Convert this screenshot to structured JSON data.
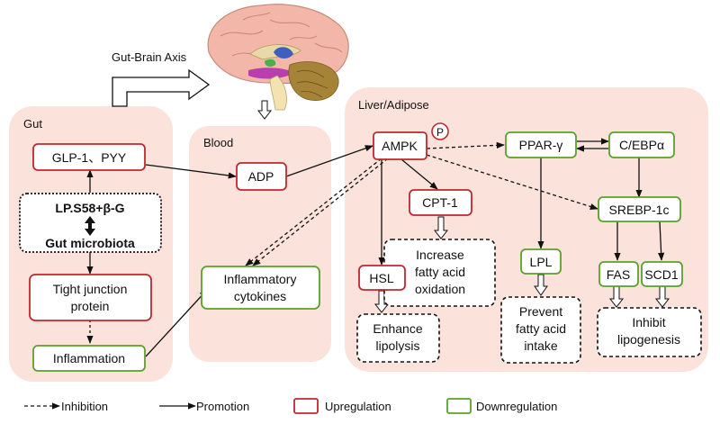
{
  "axis_label": "Gut-Brain Axis",
  "regions": {
    "gut": "Gut",
    "blood": "Blood",
    "liver": "Liver/Adipose"
  },
  "nodes": {
    "glp1": "GLP-1、PYY",
    "lp_line1": "LP.S58+β-G",
    "lp_line2": "Gut microbiota",
    "tight_line1": "Tight junction",
    "tight_line2": "protein",
    "inflammation": "Inflammation",
    "adp": "ADP",
    "cyto_line1": "Inflammatory",
    "cyto_line2": "cytokines",
    "ampk": "AMPK",
    "phospho": "P",
    "cpt1": "CPT-1",
    "ox_line1": "Increase",
    "ox_line2": "fatty acid",
    "ox_line3": "oxidation",
    "hsl": "HSL",
    "lipo_line1": "Enhance",
    "lipo_line2": "lipolysis",
    "ppar": "PPAR-γ",
    "cebp": "C/EBPα",
    "lpl": "LPL",
    "prev_line1": "Prevent",
    "prev_line2": "fatty acid",
    "prev_line3": "intake",
    "srebp": "SREBP-1c",
    "fas": "FAS",
    "scd1": "SCD1",
    "inh_line1": "Inhibit",
    "inh_line2": "lipogenesis"
  },
  "legend": {
    "inhibition": "Inhibition",
    "promotion": "Promotion",
    "upregulation": "Upregulation",
    "downregulation": "Downregulation"
  },
  "colors": {
    "region_fill": "#fbe3db",
    "up": "#c0272d",
    "down": "#5aa02c",
    "line": "#111111"
  }
}
